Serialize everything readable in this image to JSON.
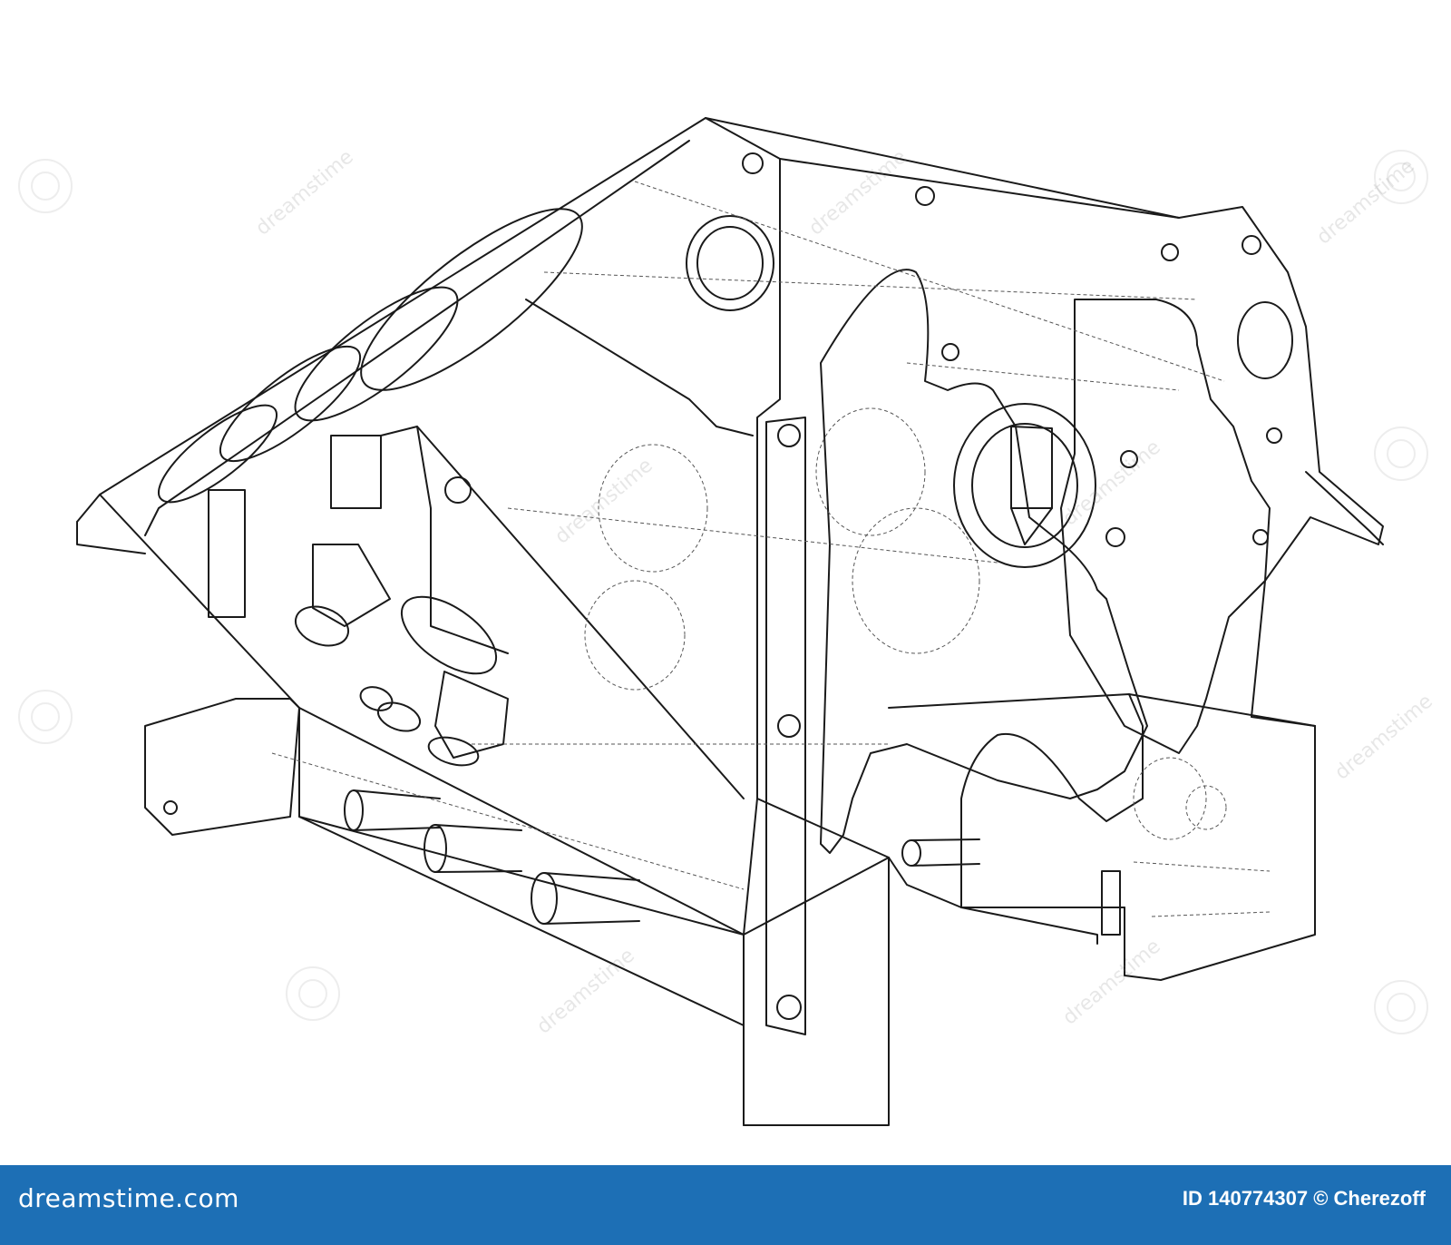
{
  "image": {
    "subject": "engine-block-wireframe",
    "line_color": "#1a1a1a",
    "background": "#ffffff"
  },
  "watermark": {
    "text": "dreamstime"
  },
  "footer": {
    "brand": "dreamstime.com",
    "credit": "ID 140774307 © Cherezoff",
    "background": "#1d6fb5",
    "text_color": "#ffffff"
  }
}
